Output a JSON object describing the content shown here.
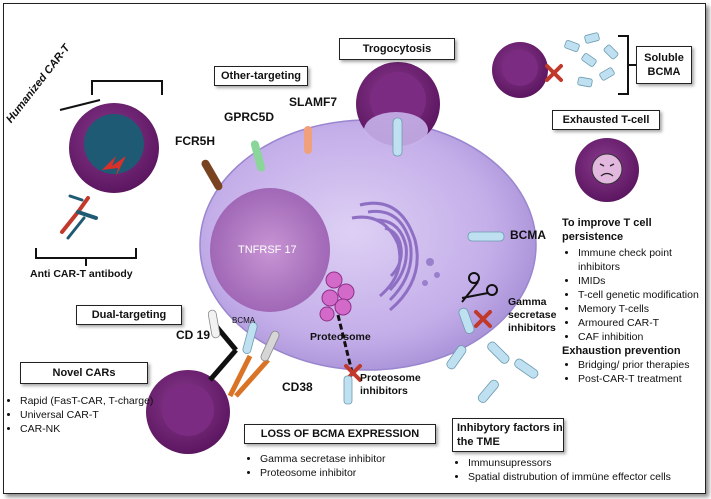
{
  "labels": {
    "humanized_cart": "Humanized CAR-T",
    "anti_cart_antibody": "Anti CAR-T antibody",
    "fcr5h": "FCR5H",
    "gprc5d": "GPRC5D",
    "slamf7": "SLAMF7",
    "other_targeting": "Other-targeting",
    "trogocytosis": "Trogocytosis",
    "soluble_bcma": "Soluble BCMA",
    "exhausted_tcell": "Exhausted T-cell",
    "tnfrsf17": "TNFRSF 17",
    "bcma": "BCMA",
    "bcma_small": "BCMA",
    "gamma_secretase_inhibitors": "Gamma secretase inhibitors",
    "proteosome": "Proteosome",
    "proteosome_inhibitors": "Proteosome inhibitors",
    "dual_targeting": "Dual-targeting",
    "cd19": "CD 19",
    "cd38": "CD38"
  },
  "improve_tcell": {
    "title": "To improve T cell persistence",
    "items": [
      "Immune check point inhibitors",
      "IMIDs",
      "T-cell genetic modification",
      "Memory T-cells",
      "Armoured CAR-T",
      "CAF inhibition"
    ]
  },
  "exhaustion_prevention": {
    "title": "Exhaustion prevention",
    "items": [
      "Bridging/ prior therapies",
      "Post-CAR-T treatment"
    ]
  },
  "novel_cars": {
    "title": "Novel CARs",
    "items": [
      "Rapid (FasT-CAR, T-charge)",
      "Universal CAR-T",
      "CAR-NK"
    ]
  },
  "loss_bcma": {
    "title": "LOSS OF BCMA EXPRESSION",
    "items": [
      "Gamma secretase inhibitor",
      "Proteosome inhibitor"
    ]
  },
  "inhibitory_factors": {
    "title": "Inhibytory factors in the TME",
    "items": [
      "Immunsupressors",
      "Spatial distrubution of immüne effector cells"
    ]
  },
  "colors": {
    "cell_purple": "#6a1f6e",
    "plasma_lavender": "#c7b2ea",
    "nucleus": "#b985c9",
    "receptor_blue": "#bfe0f0",
    "red_x": "#c0392b"
  }
}
